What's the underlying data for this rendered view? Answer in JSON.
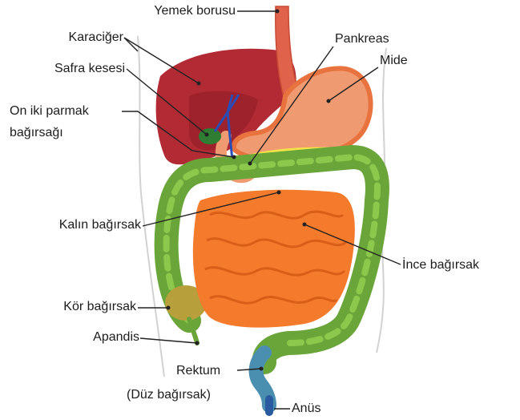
{
  "labels": {
    "yemek_borusu": "Yemek borusu",
    "karaciger": "Karaciğer",
    "safra_kesesi": "Safra kesesi",
    "on_iki_parmak_1": "On iki parmak",
    "on_iki_parmak_2": "bağırsağı",
    "pankreas": "Pankreas",
    "mide": "Mide",
    "kalin_bagirsak": "Kalın bağırsak",
    "ince_bagirsak": "İnce bağırsak",
    "kor_bagirsak": "Kör bağırsak",
    "apandis": "Apandis",
    "rektum": "Rektum",
    "duz_bagirsak": "(Düz bağırsak)",
    "anus": "Anüs"
  },
  "colors": {
    "liver": "#b22a34",
    "liver_dark": "#8e1c27",
    "esophagus": "#e0624a",
    "stomach": "#f09a72",
    "stomach_edge": "#e8733f",
    "gallbladder": "#2e7d32",
    "pancreas": "#f2e34a",
    "large_intestine": "#6aa53a",
    "large_intestine_dark": "#4f8a2a",
    "small_intestine": "#f47a2c",
    "small_intestine_dark": "#d85f18",
    "rectum": "#4b8fb0",
    "anus": "#2a5aa0",
    "line": "#222222",
    "body_outline": "#cfcfcf"
  }
}
